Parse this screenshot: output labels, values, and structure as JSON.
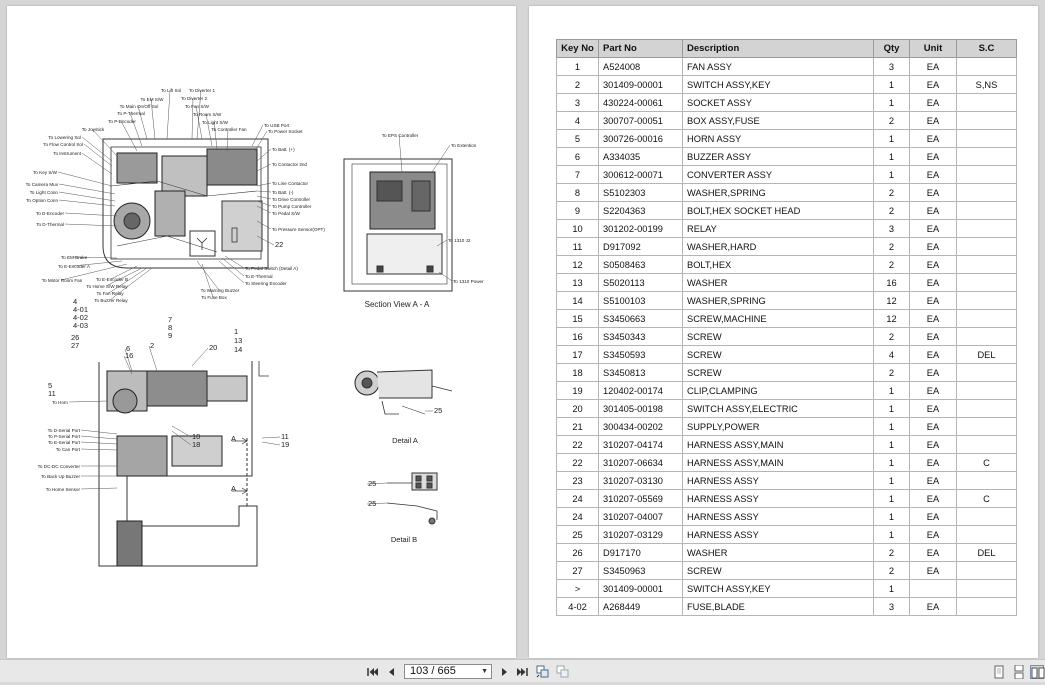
{
  "viewer": {
    "page_indicator": "103 / 665"
  },
  "diagram": {
    "main_labels": [
      "To Lift Sol",
      "To Diverter 1",
      "To EM S/W",
      "To Diverter 2",
      "To Main On/Off Sol",
      "To Fan S/W",
      "To P-Thermal",
      "To Room S/W",
      "To P-Encoder",
      "To Light S/W",
      "To Joystick",
      "To Controller Fan",
      "To Lowering Sol",
      "To Flow Control Sol",
      "To Instrument",
      "To Key S/W",
      "To Camera Mux",
      "To Light Conn",
      "To Option Conn",
      "To D-Encoder",
      "To D-Thermal",
      "To USB Port",
      "To Power Socket",
      "To Batt. (+)",
      "To Contactor 2nd",
      "To Line Contactor",
      "To Batt. (-)",
      "To Drive Controller",
      "To Pump Controller",
      "To Pedal S/W",
      "To Pressure Sensor(OPT)",
      "To EM Brake",
      "To E-Encoder A",
      "To Motor Room Fan",
      "To E-Encoder B",
      "To Home S/W Relay",
      "To Fan Relay",
      "To Buzzer Relay",
      "To Warning Buzzer",
      "To Fuse Box",
      "To Pedal Switch (Detail A)",
      "To E-Thermal",
      "To Steering Encoder"
    ],
    "section_labels": [
      "To EPS Controller",
      "To Extention",
      "To 1310 J2",
      "To 1310 Power"
    ],
    "section_title": "Section View  A - A",
    "lower_labels": [
      "To Horn",
      "To D-Serial Port",
      "To P-Serial Port",
      "To E-Serial Port",
      "To Can Port",
      "To DC-DC Converter",
      "To Back Up Buzzer",
      "To Home Sensor"
    ],
    "callouts": [
      "22",
      "4",
      "4-01",
      "4-02",
      "4-03",
      "26",
      "27",
      "7",
      "8",
      "9",
      "6",
      "16",
      "2",
      "20",
      "1",
      "13",
      "14",
      "5",
      "11",
      "10",
      "18",
      "11",
      "19",
      "A",
      "A",
      "25",
      "25",
      "25"
    ],
    "detail_a_title": "Detail  A",
    "detail_b_title": "Detail  B"
  },
  "parts_table": {
    "headers": [
      "Key No",
      "Part No",
      "Description",
      "Qty",
      "Unit",
      "S.C"
    ],
    "rows": [
      [
        "1",
        "A524008",
        "FAN ASSY",
        "3",
        "EA",
        ""
      ],
      [
        "2",
        "301409-00001",
        "SWITCH ASSY,KEY",
        "1",
        "EA",
        "S,NS"
      ],
      [
        "3",
        "430224-00061",
        "SOCKET ASSY",
        "1",
        "EA",
        ""
      ],
      [
        "4",
        "300707-00051",
        "BOX ASSY,FUSE",
        "2",
        "EA",
        ""
      ],
      [
        "5",
        "300726-00016",
        "HORN ASSY",
        "1",
        "EA",
        ""
      ],
      [
        "6",
        "A334035",
        "BUZZER ASSY",
        "1",
        "EA",
        ""
      ],
      [
        "7",
        "300612-00071",
        "CONVERTER ASSY",
        "1",
        "EA",
        ""
      ],
      [
        "8",
        "S5102303",
        "WASHER,SPRING",
        "2",
        "EA",
        ""
      ],
      [
        "9",
        "S2204363",
        "BOLT,HEX SOCKET HEAD",
        "2",
        "EA",
        ""
      ],
      [
        "10",
        "301202-00199",
        "RELAY",
        "3",
        "EA",
        ""
      ],
      [
        "11",
        "D917092",
        "WASHER,HARD",
        "2",
        "EA",
        ""
      ],
      [
        "12",
        "S0508463",
        "BOLT,HEX",
        "2",
        "EA",
        ""
      ],
      [
        "13",
        "S5020113",
        "WASHER",
        "16",
        "EA",
        ""
      ],
      [
        "14",
        "S5100103",
        "WASHER,SPRING",
        "12",
        "EA",
        ""
      ],
      [
        "15",
        "S3450663",
        "SCREW,MACHINE",
        "12",
        "EA",
        ""
      ],
      [
        "16",
        "S3450343",
        "SCREW",
        "2",
        "EA",
        ""
      ],
      [
        "17",
        "S3450593",
        "SCREW",
        "4",
        "EA",
        "DEL"
      ],
      [
        "18",
        "S3450813",
        "SCREW",
        "2",
        "EA",
        ""
      ],
      [
        "19",
        "120402-00174",
        "CLIP,CLAMPING",
        "1",
        "EA",
        ""
      ],
      [
        "20",
        "301405-00198",
        "SWITCH ASSY,ELECTRIC",
        "1",
        "EA",
        ""
      ],
      [
        "21",
        "300434-00202",
        "SUPPLY,POWER",
        "1",
        "EA",
        ""
      ],
      [
        "22",
        "310207-04174",
        "HARNESS ASSY,MAIN",
        "1",
        "EA",
        ""
      ],
      [
        "22",
        "310207-06634",
        "HARNESS ASSY,MAIN",
        "1",
        "EA",
        "C"
      ],
      [
        "23",
        "310207-03130",
        "HARNESS ASSY",
        "1",
        "EA",
        ""
      ],
      [
        "24",
        "310207-05569",
        "HARNESS ASSY",
        "1",
        "EA",
        "C"
      ],
      [
        "24",
        "310207-04007",
        "HARNESS ASSY",
        "1",
        "EA",
        ""
      ],
      [
        "25",
        "310207-03129",
        "HARNESS ASSY",
        "1",
        "EA",
        ""
      ],
      [
        "26",
        "D917170",
        "WASHER",
        "2",
        "EA",
        "DEL"
      ],
      [
        "27",
        "S3450963",
        "SCREW",
        "2",
        "EA",
        ""
      ],
      [
        ">",
        "301409-00001",
        "SWITCH ASSY,KEY",
        "1",
        "",
        ""
      ],
      [
        "4-02",
        "A268449",
        "FUSE,BLADE",
        "3",
        "EA",
        ""
      ]
    ]
  }
}
